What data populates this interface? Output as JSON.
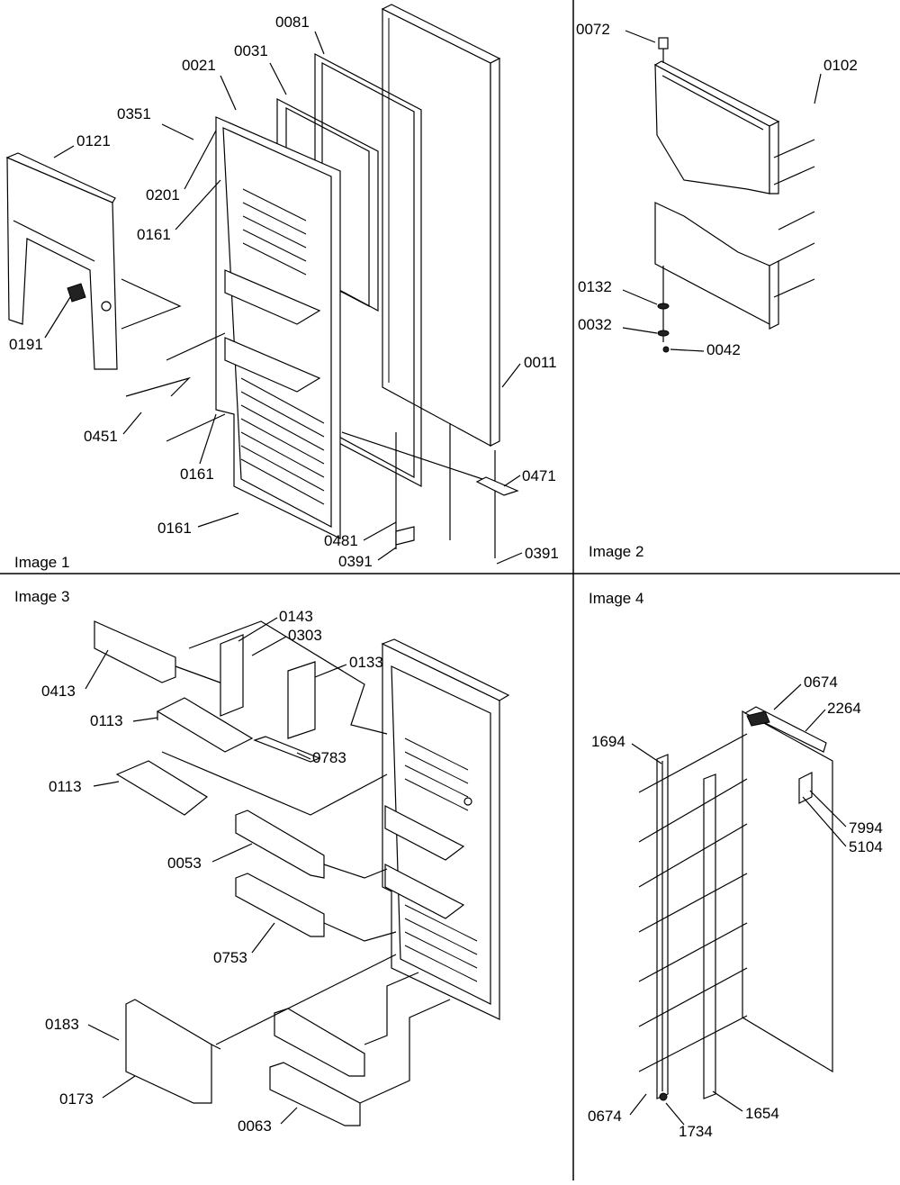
{
  "panels": [
    {
      "title": "Image 1",
      "parts": [
        "0081",
        "0021",
        "0031",
        "0351",
        "0121",
        "0201",
        "0161",
        "0191",
        "0451",
        "0161",
        "0161",
        "0011",
        "0471",
        "0481",
        "0391",
        "0391"
      ]
    },
    {
      "title": "Image 2",
      "parts": [
        "0072",
        "0102",
        "0132",
        "0032",
        "0042"
      ]
    },
    {
      "title": "Image 3",
      "parts": [
        "0143",
        "0303",
        "0133",
        "0413",
        "0113",
        "0783",
        "0113",
        "0053",
        "0753",
        "0183",
        "0173",
        "0063"
      ]
    },
    {
      "title": "Image 4",
      "parts": [
        "0674",
        "2264",
        "1694",
        "7994",
        "5104",
        "0674",
        "1734",
        "1654"
      ]
    }
  ]
}
